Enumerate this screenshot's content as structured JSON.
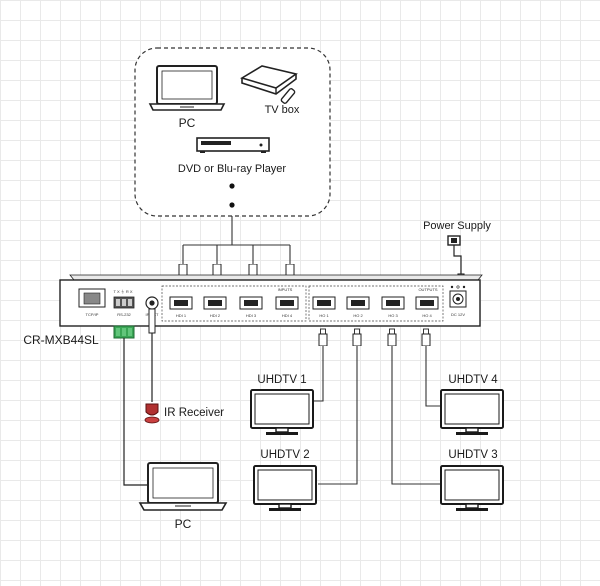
{
  "sources": {
    "pc_label": "PC",
    "tvbox_label": "TV box",
    "dvd_label": "DVD or Blu-ray Player"
  },
  "power_supply_label": "Power Supply",
  "device": {
    "model": "CR-MXB44SL",
    "ports": {
      "tcpip": "TCP/IP",
      "rs232": "RS-232",
      "rs232_pins": "T X  ⏚  R X",
      "ir_ext": "IR EXT",
      "inputs_title": "INPUTS",
      "outputs_title": "OUTPUTS",
      "power": "DC 12V",
      "inputs": [
        "HDI 1",
        "HDI 2",
        "HDI 3",
        "HDI 4"
      ],
      "outputs": [
        "HO 1",
        "HO 2",
        "HO 3",
        "HO 4"
      ]
    }
  },
  "ir_receiver_label": "IR Receiver",
  "control_pc_label": "PC",
  "displays": [
    "UHDTV 1",
    "UHDTV 2",
    "UHDTV 3",
    "UHDTV 4"
  ]
}
